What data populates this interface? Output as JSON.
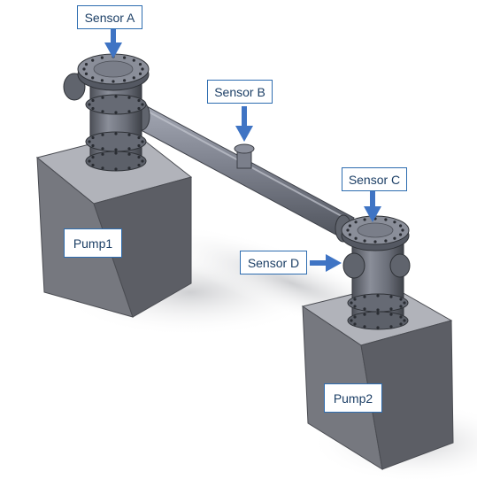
{
  "labels": {
    "sensor_a": "Sensor A",
    "sensor_b": "Sensor B",
    "sensor_c": "Sensor C",
    "sensor_d": "Sensor D",
    "pump1": "Pump1",
    "pump2": "Pump2"
  },
  "colors": {
    "arrow": "#3f74c4",
    "label_border": "#2e6db0",
    "block_front": "#74767d",
    "block_top": "#aeb0b7",
    "block_side": "#5a5c63",
    "pipe": "#7e828e",
    "flange": "#5f636c"
  }
}
